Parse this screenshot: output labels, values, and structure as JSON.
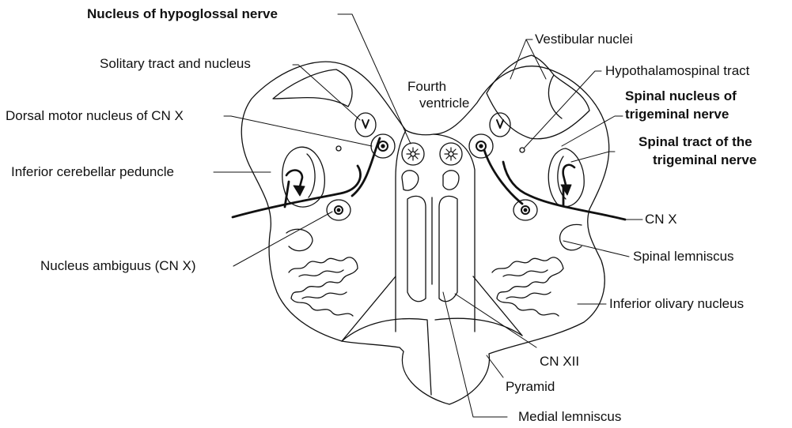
{
  "labels": {
    "nucleus_hypoglossal": "Nucleus of hypoglossal nerve",
    "solitary_tract": "Solitary tract and nucleus",
    "dorsal_motor": "Dorsal motor nucleus of CN X",
    "inferior_cerebellar": "Inferior cerebellar peduncle",
    "nucleus_ambiguus": "Nucleus ambiguus (CN X)",
    "fourth_ventricle_1": "Fourth",
    "fourth_ventricle_2": "ventricle",
    "vestibular_nuclei": "Vestibular nuclei",
    "hypothalamospinal": "Hypothalamospinal tract",
    "spinal_nucleus_1": "Spinal nucleus of",
    "spinal_nucleus_2": "trigeminal nerve",
    "spinal_tract_1": "Spinal tract of the",
    "spinal_tract_2": "trigeminal nerve",
    "cn_x": "CN X",
    "spinal_lemniscus": "Spinal lemniscus",
    "inferior_olivary": "Inferior olivary nucleus",
    "cn_xii": "CN XII",
    "pyramid": "Pyramid",
    "medial_lemniscus": "Medial lemniscus"
  },
  "colors": {
    "line": "#111111",
    "background": "#ffffff"
  }
}
